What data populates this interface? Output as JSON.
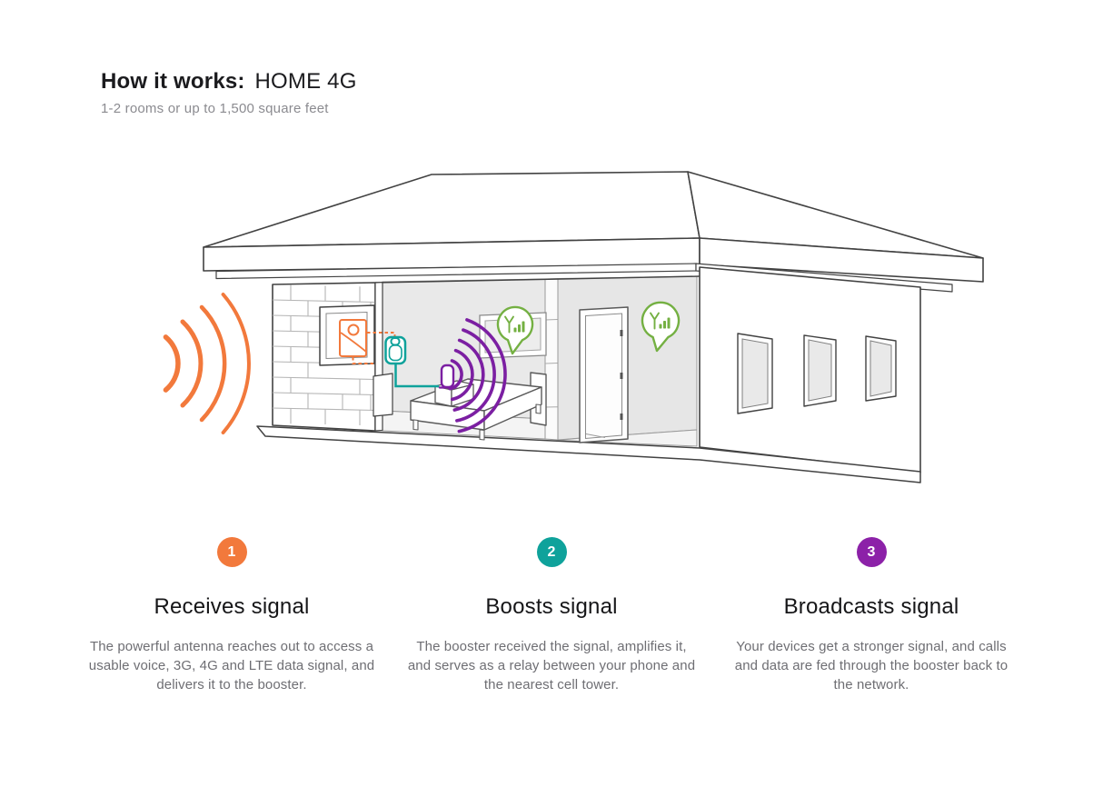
{
  "colors": {
    "orange": "#F2793C",
    "teal": "#0FA29B",
    "purple": "#8C21A8",
    "purple_wave": "#7B1FA2",
    "green": "#74B042",
    "line_dark": "#424242",
    "line_light": "#B5B5B5",
    "text_dark": "#1B1B1E",
    "text_gray": "#6E6E73",
    "interior_wall": "#E9E9E9",
    "interior_floor": "#F4F4F4"
  },
  "header": {
    "title_bold": "How it works:",
    "title_regular": "HOME 4G",
    "subtitle": "1-2 rooms or up to 1,500 square feet"
  },
  "diagram": {
    "description": "Cutaway house showing a cell signal booster system",
    "signal_bubble_icon": "antenna-signal-bars-icon",
    "devices": [
      "outdoor-antenna",
      "signal-booster",
      "indoor-antenna"
    ],
    "outdoor_wave_count": 4,
    "indoor_wave_count": 5,
    "signal_bubble_count": 2
  },
  "steps": [
    {
      "number": "1",
      "color": "#F2793C",
      "title": "Receives signal",
      "description": "The powerful antenna reaches out to access a usable voice, 3G, 4G and LTE data signal, and delivers it to the booster."
    },
    {
      "number": "2",
      "color": "#0FA29B",
      "title": "Boosts signal",
      "description": "The booster received the signal, amplifies it, and serves as a relay between your phone and the nearest cell tower."
    },
    {
      "number": "3",
      "color": "#8C21A8",
      "title": "Broadcasts signal",
      "description": "Your devices get a stronger signal, and calls and data are fed through the booster back to the network."
    }
  ]
}
